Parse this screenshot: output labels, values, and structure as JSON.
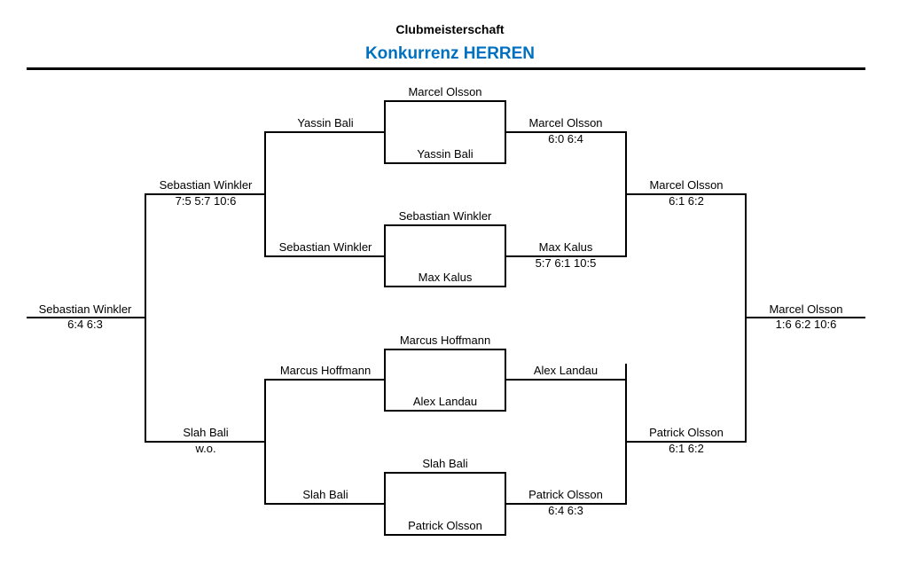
{
  "header": {
    "title": "Clubmeisterschaft",
    "subtitle": "Konkurrenz HERREN",
    "subtitle_color": "#0070c0"
  },
  "round1": [
    {
      "player1": "Marcel Olsson",
      "player2": "Yassin Bali"
    },
    {
      "player1": "Sebastian Winkler",
      "player2": "Max Kalus"
    },
    {
      "player1": "Marcus Hoffmann",
      "player2": "Alex Landau"
    },
    {
      "player1": "Slah Bali",
      "player2": "Patrick Olsson"
    }
  ],
  "left_round2": [
    {
      "name": "Yassin Bali"
    },
    {
      "name": "Sebastian Winkler"
    },
    {
      "name": "Marcus Hoffmann"
    },
    {
      "name": "Slah Bali"
    }
  ],
  "left_round3": [
    {
      "name": "Sebastian Winkler",
      "score": "7:5 5:7 10:6"
    },
    {
      "name": "Slah Bali",
      "score": "w.o."
    }
  ],
  "left_final": {
    "name": "Sebastian Winkler",
    "score": "6:4 6:3"
  },
  "right_round2": [
    {
      "name": "Marcel Olsson",
      "score": "6:0 6:4"
    },
    {
      "name": "Max Kalus",
      "score": "5:7 6:1 10:5"
    },
    {
      "name": "Alex Landau",
      "score": ""
    },
    {
      "name": "Patrick Olsson",
      "score": "6:4 6:3"
    }
  ],
  "right_round3": [
    {
      "name": "Marcel Olsson",
      "score": "6:1 6:2"
    },
    {
      "name": "Patrick Olsson",
      "score": "6:1 6:2"
    }
  ],
  "right_final": {
    "name": "Marcel Olsson",
    "score": "1:6 6:2 10:6"
  }
}
